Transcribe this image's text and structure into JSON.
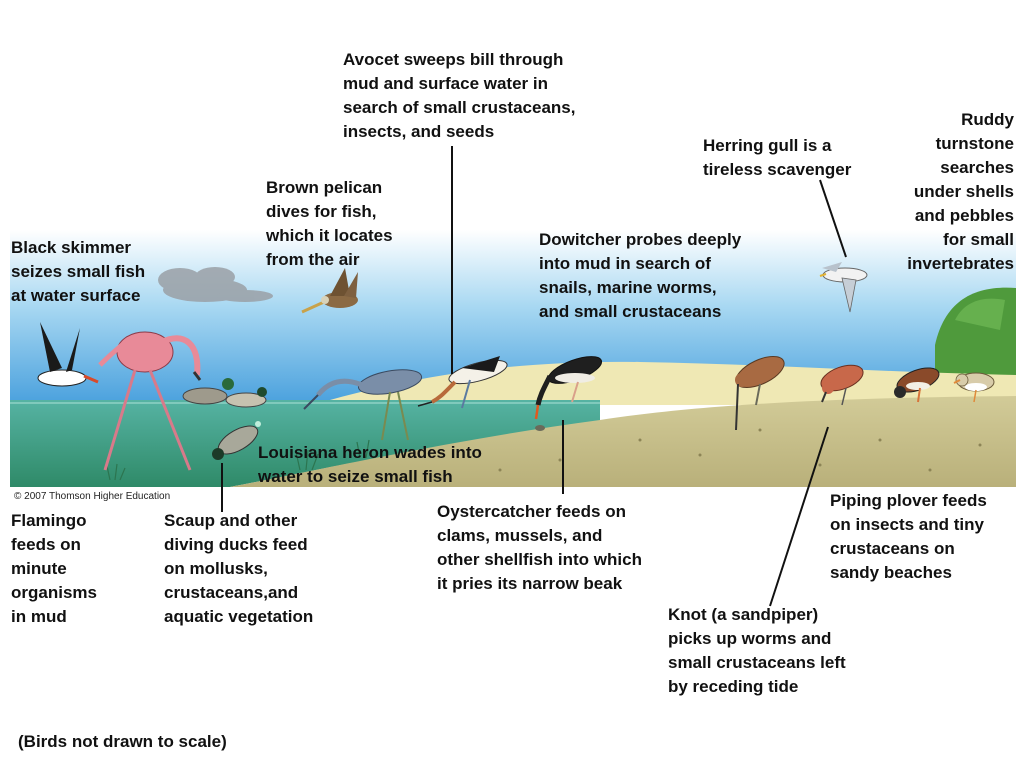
{
  "labels": {
    "avocet": "Avocet sweeps bill through\nmud and surface water in\nsearch of small crustaceans,\ninsects, and seeds",
    "herring_gull": "Herring gull is a\ntireless scavenger",
    "ruddy_turnstone": "Ruddy\nturnstone\nsearches\nunder shells\nand pebbles\nfor small\ninvertebrates",
    "brown_pelican": "Brown pelican\ndives for fish,\nwhich it locates\nfrom the air",
    "black_skimmer": "Black skimmer\nseizes small fish\nat water surface",
    "dowitcher": "Dowitcher probes deeply\ninto mud in search of\nsnails, marine worms,\nand small crustaceans",
    "louisiana_heron": "Louisiana heron wades into\nwater to seize small fish",
    "piping_plover": "Piping plover feeds\non insects and tiny\ncrustaceans on\nsandy beaches",
    "flamingo": "Flamingo\nfeeds on\nminute\norganisms\nin mud",
    "scaup": "Scaup and other\ndiving ducks feed\non mollusks,\ncrustaceans,and\naquatic vegetation",
    "oystercatcher": "Oystercatcher feeds on\nclams, mussels, and\nother shellfish into which\nit pries its narrow beak",
    "knot": "Knot (a sandpiper)\npicks up worms and\nsmall crustaceans left\nby receding tide"
  },
  "copyright": "© 2007 Thomson Higher Education",
  "footnote": "(Birds not drawn to scale)",
  "colors": {
    "sky_top": "#ffffff",
    "sky_mid": "#9fd3f0",
    "sky_low": "#56a8e0",
    "sea": "#3f9d8f",
    "sea_deep": "#2e8a6e",
    "sand": "#efe8b4",
    "mudflat": "#c8c08a",
    "foliage": "#4f9a3c"
  }
}
